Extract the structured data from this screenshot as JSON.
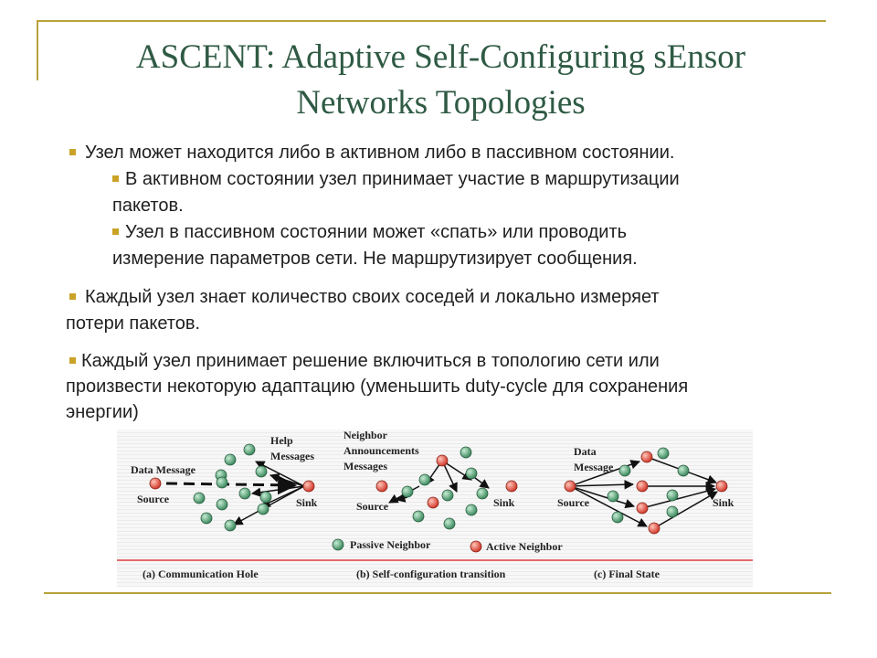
{
  "slide": {
    "title_line1": "ASCENT: Adaptive Self-Configuring sEnsor",
    "title_line2": "Networks Topologies",
    "accent_color": "#2f5a44",
    "frame_color": "#b8a23a",
    "bullet_color": "#c9a227"
  },
  "bullets": [
    {
      "text": "Узел может находится либо в активном либо в пассивном состоянии."
    },
    {
      "sub": [
        {
          "line1": "В активном состоянии узел принимает участие в маршрутизации",
          "line2": "пакетов."
        },
        {
          "line1": "Узел в пассивном состоянии может «спать» или проводить",
          "line2": "измерение параметров сети. Не маршрутизирует сообщения."
        }
      ]
    },
    {
      "line1": "Каждый узел знает количество своих соседей и локально измеряет",
      "line2": "потери пакетов."
    },
    {
      "line1": "Каждый узел принимает решение включиться в топологию сети или",
      "line2": "произвести некоторую адаптацию (уменьшить duty-cycle для сохранения",
      "line3": "энергии)"
    }
  ],
  "figure": {
    "panel_a": {
      "data_message": "Data Message",
      "source": "Source",
      "help1": "Help",
      "help2": "Messages",
      "sink": "Sink",
      "caption": "(a) Communication Hole"
    },
    "panel_b": {
      "neighbor1": "Neighbor",
      "neighbor2": "Announcements",
      "neighbor3": "Messages",
      "source": "Source",
      "sink": "Sink",
      "caption": "(b) Self-configuration transition"
    },
    "panel_c": {
      "data1": "Data",
      "data2": "Message",
      "source": "Source",
      "sink": "Sink",
      "caption": "(c) Final State"
    },
    "legend": {
      "passive": "Passive Neighbor",
      "active": "Active Neighbor"
    },
    "colors": {
      "passive_node": "#5fa07a",
      "active_node": "#e85a4a",
      "separator_line": "#e04040"
    }
  }
}
